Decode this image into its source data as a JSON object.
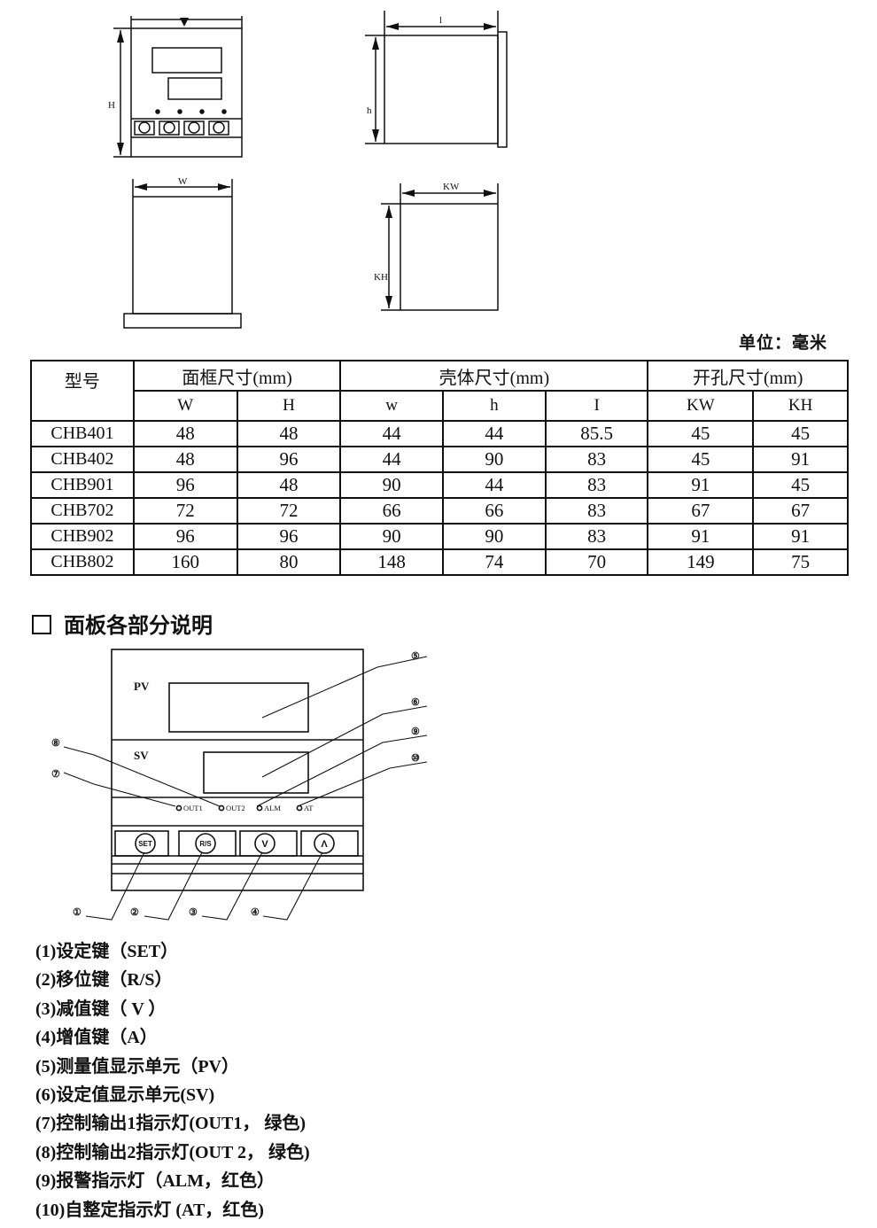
{
  "dimension_labels": {
    "H": "H",
    "W": "W",
    "l": "l",
    "h": "h",
    "KW": "KW",
    "KH": "KH"
  },
  "unit_note": "单位：毫米",
  "table": {
    "model_header": "型号",
    "groups": [
      "面框尺寸(mm)",
      "壳体尺寸(mm)",
      "开孔尺寸(mm)"
    ],
    "subheaders": [
      "W",
      "H",
      "w",
      "h",
      "I",
      "KW",
      "KH"
    ],
    "rows": [
      {
        "model": "CHB401",
        "values": [
          "48",
          "48",
          "44",
          "44",
          "85.5",
          "45",
          "45"
        ]
      },
      {
        "model": "CHB402",
        "values": [
          "48",
          "96",
          "44",
          "90",
          "83",
          "45",
          "91"
        ]
      },
      {
        "model": "CHB901",
        "values": [
          "96",
          "48",
          "90",
          "44",
          "83",
          "91",
          "45"
        ]
      },
      {
        "model": "CHB702",
        "values": [
          "72",
          "72",
          "66",
          "66",
          "83",
          "67",
          "67"
        ]
      },
      {
        "model": "CHB902",
        "values": [
          "96",
          "96",
          "90",
          "90",
          "83",
          "91",
          "91"
        ]
      },
      {
        "model": "CHB802",
        "values": [
          "160",
          "80",
          "148",
          "74",
          "70",
          "149",
          "75"
        ]
      }
    ]
  },
  "section_title": "面板各部分说明",
  "panel": {
    "pv_label": "PV",
    "sv_label": "SV",
    "leds": [
      "OUT1",
      "OUT2",
      "ALM",
      "AT"
    ],
    "keys": [
      "SET",
      "R/S",
      "V",
      "Λ"
    ],
    "callouts": [
      "①",
      "②",
      "③",
      "④",
      "⑤",
      "⑥",
      "⑦",
      "⑧",
      "⑨",
      "⑩"
    ]
  },
  "descriptions": [
    "(1)设定键（SET）",
    "(2)移位键（R/S）",
    "(3)减值键（ V ）",
    "(4)增值键（A）",
    "(5)测量值显示单元（PV）",
    "(6)设定值显示单元(SV)",
    "(7)控制输出1指示灯(OUT1， 绿色)",
    "(8)控制输出2指示灯(OUT 2， 绿色)",
    "(9)报警指示灯（ALM，红色）",
    "(10)自整定指示灯 (AT，红色)"
  ]
}
